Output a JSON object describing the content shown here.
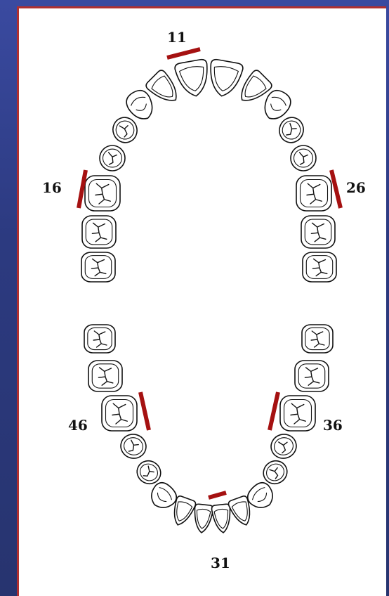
{
  "labels": {
    "t11": "11",
    "t16": "16",
    "t26": "26",
    "t46": "46",
    "t36": "36",
    "t31": "31"
  },
  "colors": {
    "background": "#2c3a80",
    "panel": "#ffffff",
    "panel_border": "#b03030",
    "marker": "#a51111",
    "outline": "#111111"
  }
}
